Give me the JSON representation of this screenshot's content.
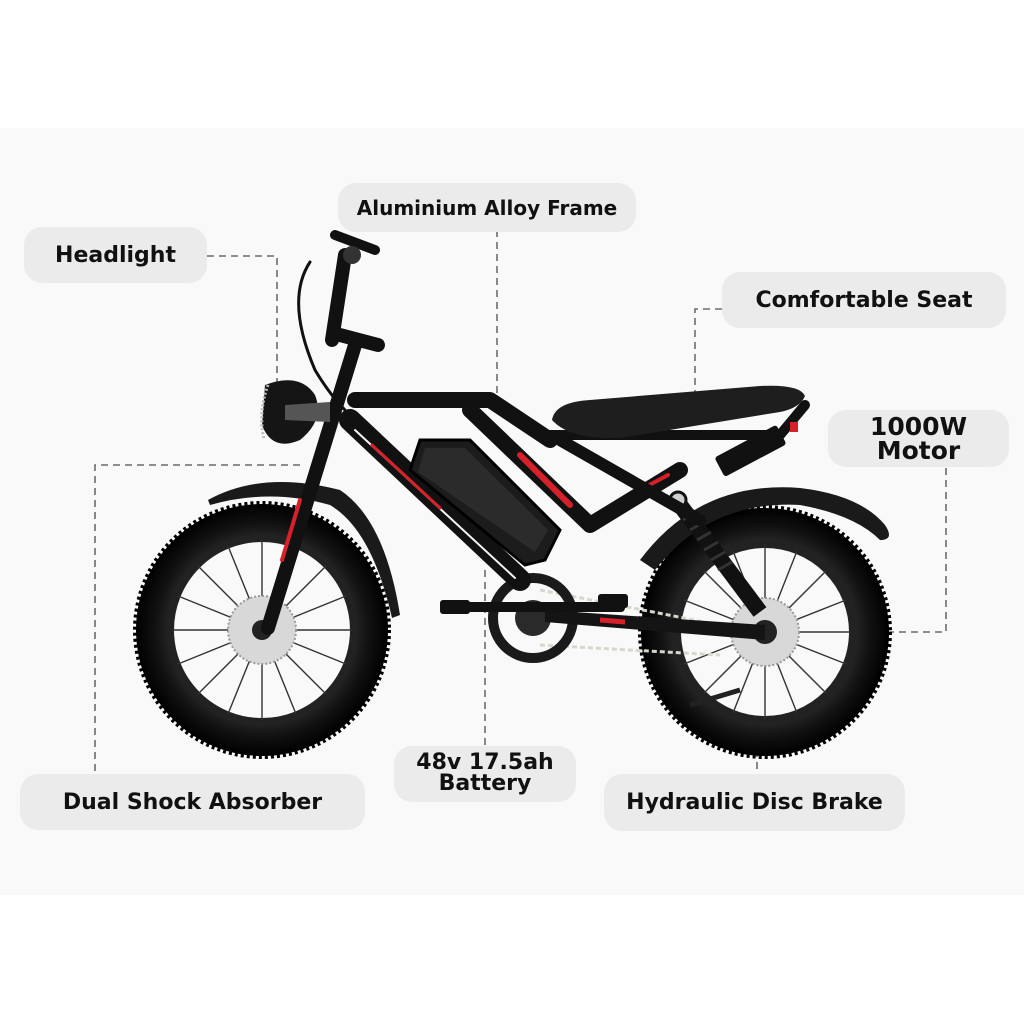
{
  "diagram": {
    "subject": "Electric fat-tire bike",
    "background_color": "#f9f9f9",
    "callout_color": "#ebebeb",
    "leader_line_color": "#6b6b6b",
    "accent_color": "#d8202a",
    "callouts": {
      "headlight": {
        "label": "Headlight"
      },
      "frame": {
        "label": "Aluminium Alloy Frame"
      },
      "seat": {
        "label": "Comfortable Seat"
      },
      "motor": {
        "line1": "1000W",
        "line2": "Motor"
      },
      "shock": {
        "label": "Dual Shock Absorber"
      },
      "battery": {
        "line1": "48v 17.5ah",
        "line2": "Battery"
      },
      "brake": {
        "label": "Hydraulic Disc Brake"
      }
    }
  }
}
